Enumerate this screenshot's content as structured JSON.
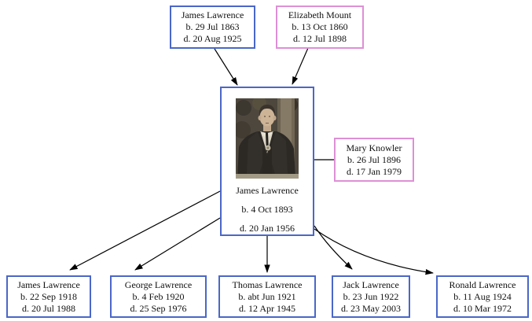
{
  "colors": {
    "male_border": "#4a67c8",
    "female_border": "#de8fd6",
    "edge_line": "#000000",
    "background": "#ffffff"
  },
  "people": {
    "father": {
      "name": "James Lawrence",
      "birth": "b. 29 Jul 1863",
      "death": "d. 20 Aug 1925"
    },
    "mother": {
      "name": "Elizabeth Mount",
      "birth": "b. 13 Oct 1860",
      "death": "d. 12 Jul 1898"
    },
    "subject": {
      "name": "James Lawrence",
      "birth": "b. 4 Oct 1893",
      "death": "d. 20 Jan 1956",
      "photo": "black-and-white portrait of man in dark suit and tie in front of tree"
    },
    "spouse": {
      "name": "Mary Knowler",
      "birth": "b. 26 Jul 1896",
      "death": "d. 17 Jan 1979"
    },
    "children": [
      {
        "name": "James Lawrence",
        "birth": "b. 22 Sep 1918",
        "death": "d. 20 Jul 1988"
      },
      {
        "name": "George Lawrence",
        "birth": "b. 4 Feb 1920",
        "death": "d. 25 Sep 1976"
      },
      {
        "name": "Thomas Lawrence",
        "birth": "b. abt Jun 1921",
        "death": "d. 12 Apr 1945"
      },
      {
        "name": "Jack Lawrence",
        "birth": "b. 23 Jun 1922",
        "death": "d. 23 May 2003"
      },
      {
        "name": "Ronald Lawrence",
        "birth": "b. 11 Aug 1924",
        "death": "d. 10 Mar 1972"
      }
    ]
  }
}
